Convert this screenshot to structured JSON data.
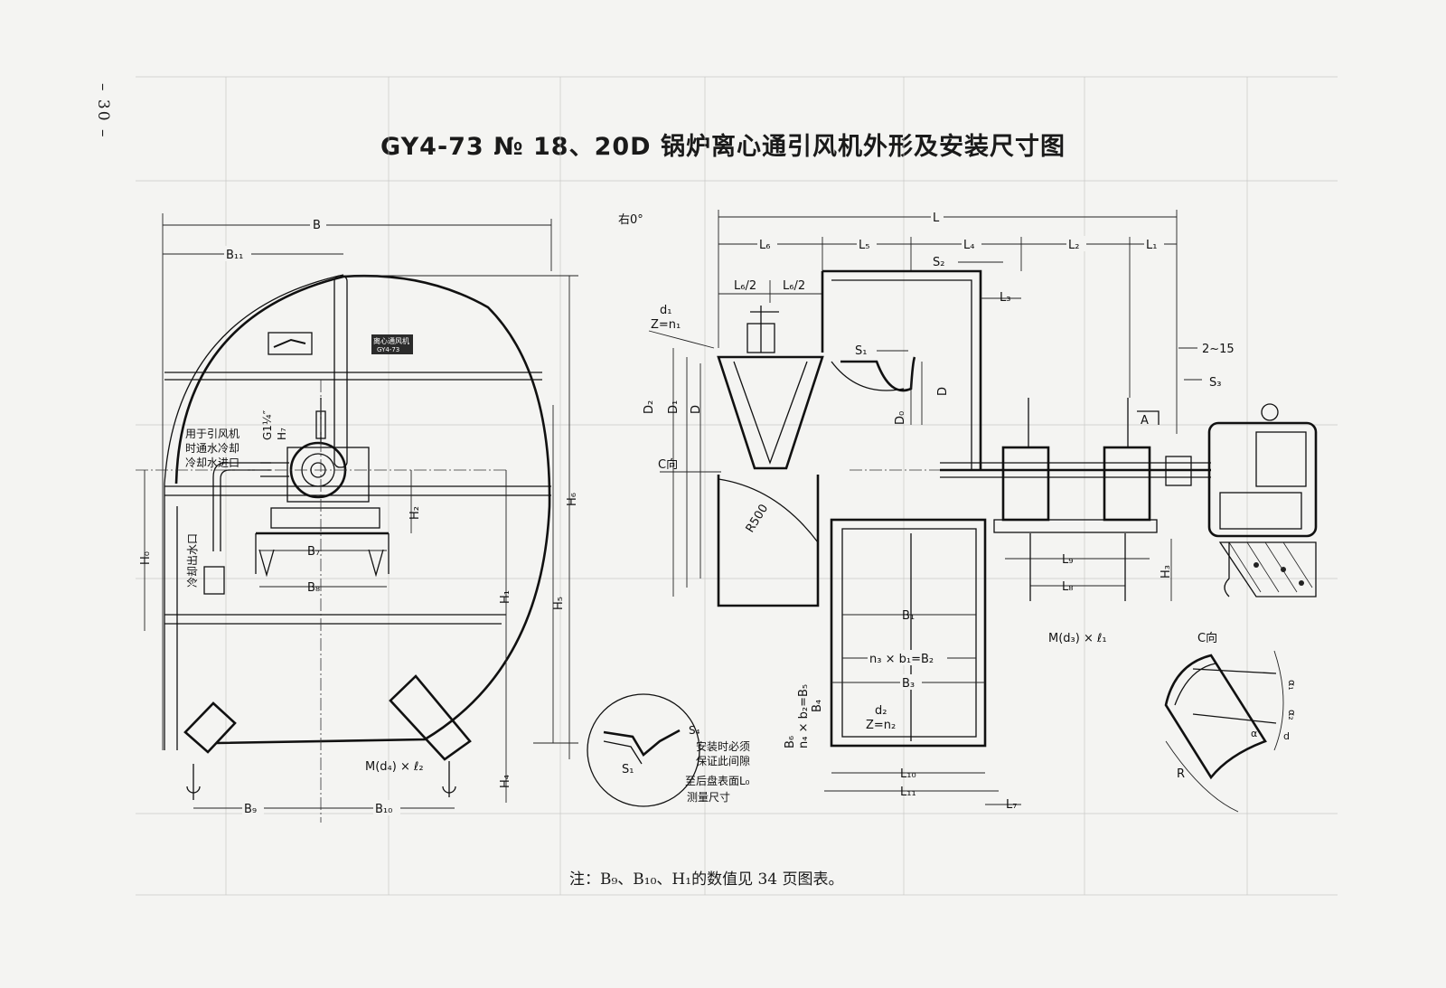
{
  "page_number": "– 30 –",
  "title": "GY4-73 № 18、20D 锅炉离心通引风机外形及安装尺寸图",
  "note": "注：B₉、B₁₀、H₁的数值见 34 页图表。",
  "front_view": {
    "dims": {
      "B": "B",
      "B11": "B₁₁",
      "B7": "B₇",
      "B8": "B₈",
      "B9": "B₉",
      "B10": "B₁₀",
      "H0": "H₀",
      "H1": "H₁",
      "H2": "H₂",
      "H4": "H₄",
      "H5": "H₅",
      "H6": "H₆",
      "H7": "H₇",
      "G": "G1¼″",
      "M_d4": "M(d₄) × ℓ₂"
    },
    "labels": {
      "cooling_inlet": [
        "用于引风机",
        "时通水冷却",
        "冷却水进口"
      ],
      "cooling_outlet": "冷却出水口",
      "nameplate_1": "离心通风机",
      "nameplate_2": "GY4-73"
    }
  },
  "side_view": {
    "dims": {
      "angle": "右0°",
      "L": "L",
      "L1": "L₁",
      "L2": "L₂",
      "L3": "L₃",
      "L4": "L₄",
      "L5": "L₅",
      "L6": "L₆",
      "L6_half_a": "L₆/2",
      "L6_half_b": "L₆/2",
      "L7": "L₇",
      "L8": "L₈",
      "L9": "L₉",
      "L10": "L₁₀",
      "L11": "L₁₁",
      "S1": "S₁",
      "S2": "S₂",
      "S3": "S₃",
      "gap": "2~15",
      "A": "A",
      "d1": "d₁",
      "Zn1": "Z=n₁",
      "d2": "d₂",
      "Zn2": "Z=n₂",
      "D": "D",
      "D0": "D₀",
      "D1": "D₁",
      "D2": "D₂",
      "R500": "R500",
      "C_dir": "C向",
      "H3": "H₃",
      "M_d3": "M(d₃) × ℓ₁",
      "B1": "B₁",
      "B2": "n₃ × b₁=B₂",
      "B3": "B₃",
      "B4": "B₄",
      "B5": "n₄ × b₂=B₅",
      "B6": "B₆"
    }
  },
  "detail_gap": {
    "S4": "S₄",
    "S1": "S₁",
    "note1": [
      "安装时必须",
      "保证此间隙"
    ],
    "note2": [
      "至后盘表面L₀",
      "测量尺寸"
    ]
  },
  "detail_c": {
    "title": "C向",
    "R": "R",
    "a1": "α₁",
    "a2": "α₂",
    "a": "α",
    "d": "d"
  }
}
